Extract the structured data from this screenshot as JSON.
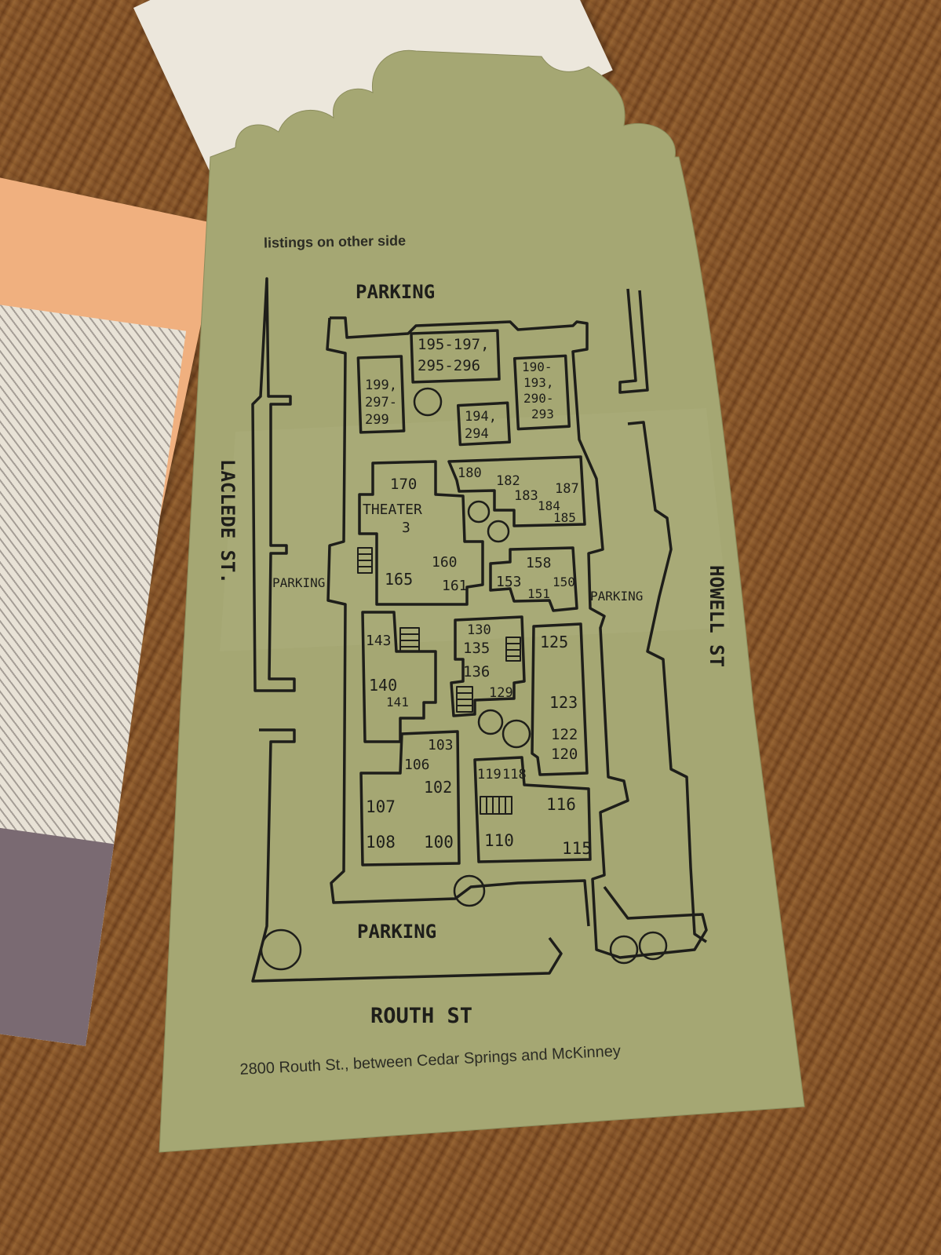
{
  "brochure": {
    "listings_note": "listings on other side",
    "address": "2800 Routh St., between Cedar Springs and McKinney"
  },
  "map": {
    "streets": {
      "top_parking": "PARKING",
      "left_street": "LACLEDE ST.",
      "right_street": "HOWELL ST",
      "bottom_street": "ROUTH ST",
      "left_parking": "PARKING",
      "right_parking": "PARKING",
      "bottom_parking": "PARKING"
    },
    "units": [
      {
        "id": "u195",
        "label1": "195-197,",
        "label2": "295-296"
      },
      {
        "id": "u199",
        "label1": "199,",
        "label2": "297-",
        "label3": "299"
      },
      {
        "id": "u190",
        "label1": "190-",
        "label2": "193,",
        "label3": "290-",
        "label4": "293"
      },
      {
        "id": "u194",
        "label1": "194,",
        "label2": "294"
      }
    ],
    "labels": {
      "theater_name": "THEATER",
      "theater_num": "3",
      "n170": "170",
      "n165": "165",
      "n160": "160",
      "n161": "161",
      "n180": "180",
      "n182": "182",
      "n183": "183",
      "n187": "187",
      "n184": "184",
      "n185": "185",
      "n158": "158",
      "n153": "153",
      "n151": "151",
      "n150": "150",
      "n143": "143",
      "n140": "140",
      "n141": "141",
      "n130": "130",
      "n135": "135",
      "n136": "136",
      "n129": "129",
      "n125": "125",
      "n123": "123",
      "n122": "122",
      "n120": "120",
      "n103": "103",
      "n106": "106",
      "n102": "102",
      "n107": "107",
      "n108": "108",
      "n100": "100",
      "n119": "119",
      "n118": "118",
      "n116": "116",
      "n110": "110",
      "n115": "115"
    }
  },
  "colors": {
    "paper": "#a5a773",
    "ink": "#1e1e1a",
    "wood": "#7c4c24",
    "orange_card": "#f0b07f",
    "cream_card": "#ece7dc"
  }
}
